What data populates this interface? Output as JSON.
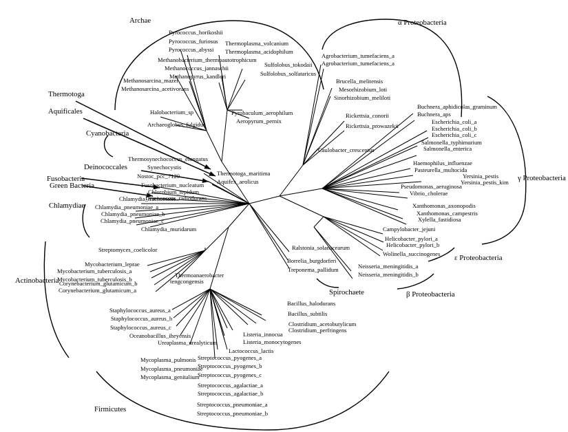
{
  "groups": [
    {
      "label": "Archae"
    },
    {
      "label": "α  Proteobacteria"
    },
    {
      "label": "Thermotoga"
    },
    {
      "label": "Aquificales"
    },
    {
      "label": "Cyanobacteria"
    },
    {
      "label": "Deinococcales"
    },
    {
      "label": "Fusobacteria"
    },
    {
      "label": "Green Bacteria"
    },
    {
      "label": "Chlamydiae"
    },
    {
      "label": "γ  Proteobacteria"
    },
    {
      "label": "ε  Proteobacteria"
    },
    {
      "label": "Actinobacteria"
    },
    {
      "label": "Spirochaete"
    },
    {
      "label": "β  Proteobacteria"
    },
    {
      "label": "Firmicutes"
    }
  ],
  "leaves": [
    "Pyrococcus_horikoshii",
    "Pyrococcus_furiosus",
    "Pyrococcus_abyssi",
    "Thermoplasma_volcanium",
    "Thermoplasma_acidophilum",
    "Methanobacterium_thermoautotrophicum",
    "Methanococcus_jannaschii",
    "Methanopyrus_kandleri",
    "Sulfolobus_tokodaii",
    "Sulfolobus_solfataricus",
    "Methanosarcina_mazei",
    "Methanosarcina_acetivorans",
    "Halobacterium_sp",
    "Archaeoglobus_fulgidus",
    "Pyrobaculum_aerophilum",
    "Aeropyrum_pernix",
    "Agrobacterium_tumefaciens_a",
    "Agrobacterium_tumefaciens_a",
    "Brucella_melitensis",
    "Mesorhizobium_loti",
    "Sinorhizobium_meliloti",
    "Rickettsia_conorii",
    "Rickettsia_prowazekii",
    "Caulobacter_crescentus",
    "Buchnera_aphidicolas_graminum",
    "Buchnera_aps",
    "Escherichia_coli_a",
    "Escherichia_coli_b",
    "Escherichia_coli_c",
    "Salmonella_typhimurium",
    "Salmonella_enterica",
    "Haemophilus_influenzae",
    "Pasteurella_multocida",
    "Yersinia_pestis",
    "Yersinia_pestis_kim",
    "Pseudomonas_aeruginosa",
    "Vibrio_cholerae",
    "Xanthomonas_axonopodis",
    "Xanthomonas_campestris",
    "Xylella_fastidiosa",
    "Campylobacter_jejuni",
    "Helicobacter_pylori_a",
    "Helicobacter_pylori_b",
    "Wolinella_succinogenes",
    "Ralstonia_solanacearum",
    "Borrelia_burgdorferi",
    "Treponema_pallidum",
    "Neisseria_meningitidis_a",
    "Neisseria_meningitidis_b",
    "Thermosynechococcus_elongatus",
    "Synechocystis",
    "Nostoc_pcc_7120",
    "Thermotoga_maritima",
    "Aquifex_aeolicus",
    "Fusobacterium_nucleatum",
    "Chlorobium_tepidum",
    "Deinococcus_radiodurans",
    "Chlamydia_trachomatis",
    "Chlamydia_pneumoniae_a",
    "Chlamydia_pneumoniae_b",
    "Chlamydia_pneumoniae_c",
    "Chlamydia_muridarum",
    "Streptomyces_coelicolor",
    "Mycobacterium_leprae",
    "Mycobacterium_tuberculosis_a",
    "Mycobacterium_tuberculosis_b",
    "Corynebacterium_glutamicum_b",
    "Corynebacterium_glutamicum_a",
    "Thermoanaerobacter",
    "tengcongensis",
    "Staphylococcus_aureus_a",
    "Staphylococcus_aureus_b",
    "Staphylococcus_aureus_c",
    "Oceanobacillus_iheyensis",
    "Ureaplasma_urealyticum",
    "Bacillus_halodurans",
    "Bacillus_subtilis",
    "Clostridium_acetobutylicum",
    "Clostridium_perfringens",
    "Listeria_innocua",
    "Listeria_monocytogenes",
    "Lactococcus_lactis",
    "Mycoplasma_pulmonis",
    "Mycoplasma_pneumoniae",
    "Mycoplasma_genitalium",
    "Streptococcus_pyogenes_a",
    "Streptococcus_pyogenes_b",
    "Streptococcus_pyogenes_c",
    "Streptococcus_agalactiae_a",
    "Streptococcus_agalactiae_b",
    "Streptococcus_pneumoniae_a",
    "Streptococcus_pneumoniae_b"
  ]
}
